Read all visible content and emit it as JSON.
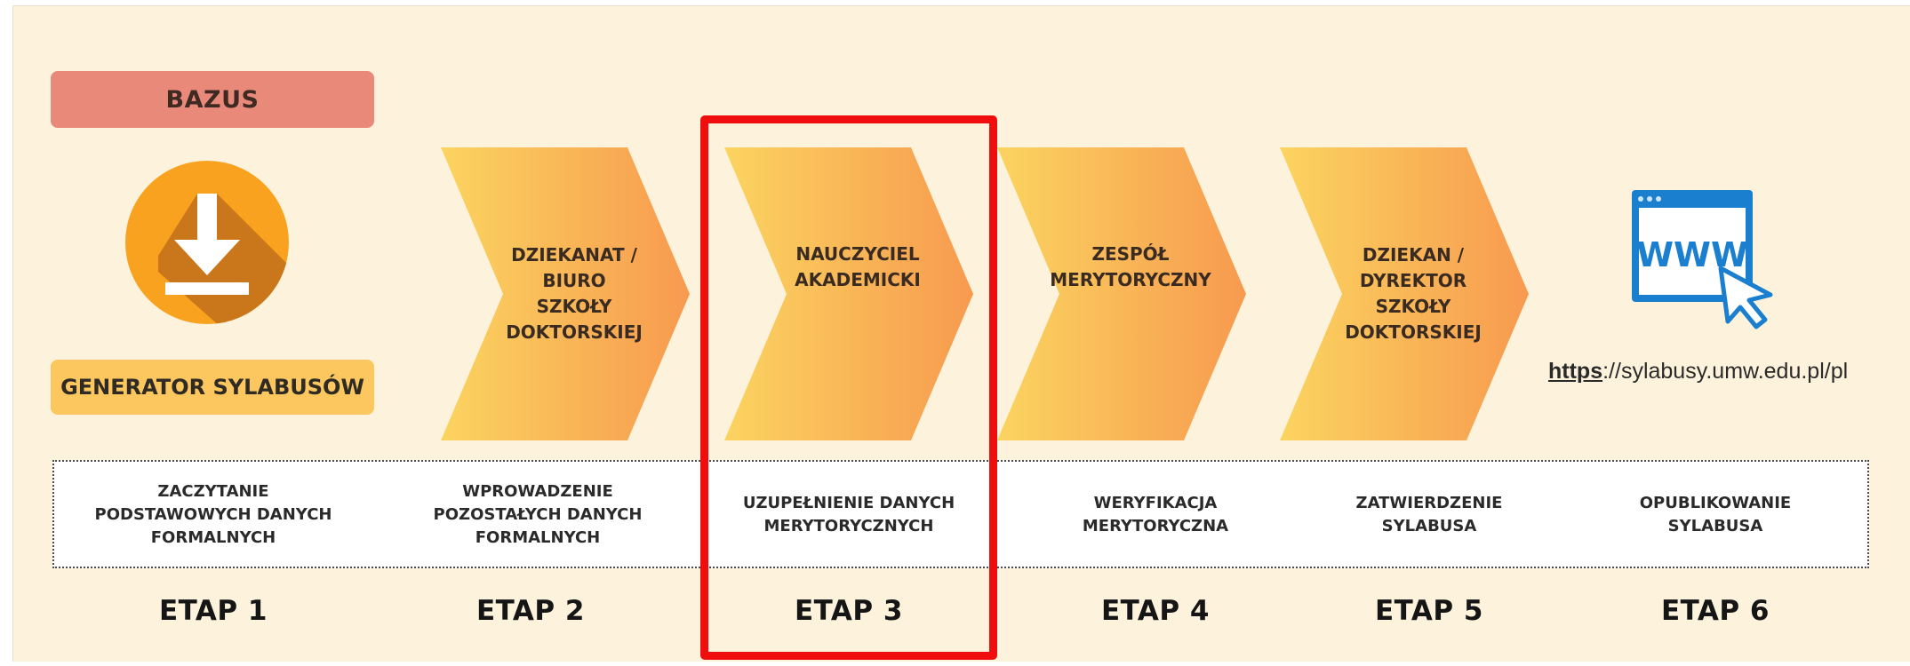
{
  "left_column": {
    "bazus_label": "BAZUS",
    "generator_label": "GENERATOR SYLABUSÓW",
    "icon": "download-icon"
  },
  "chevrons": [
    {
      "label": "DZIEKANAT /\nBIURO\nSZKOŁY\nDOKTORSKIEJ"
    },
    {
      "label": "NAUCZYCIEL\nAKADEMICKI"
    },
    {
      "label": "ZESPÓŁ\nMERYTORYCZNY"
    },
    {
      "label": "DZIEKAN /\nDYREKTOR\nSZKOŁY\nDOKTORSKIEJ"
    }
  ],
  "website": {
    "icon": "www-icon",
    "icon_text": "WWW",
    "url_scheme": "https",
    "url_rest": "://sylabusy.umw.edu.pl/pl"
  },
  "steps": [
    {
      "description": "ZACZYTANIE\nPODSTAWOWYCH DANYCH\nFORMALNYCH",
      "etap": "ETAP 1"
    },
    {
      "description": "WPROWADZENIE\nPOZOSTAŁYCH DANYCH\nFORMALNYCH",
      "etap": "ETAP 2"
    },
    {
      "description": "UZUPEŁNIENIE DANYCH\nMERYTORYCZNYCH",
      "etap": "ETAP 3"
    },
    {
      "description": "WERYFIKACJA\nMERYTORYCZNA",
      "etap": "ETAP 4"
    },
    {
      "description": "ZATWIERDZENIE\nSYLABUSA",
      "etap": "ETAP 5"
    },
    {
      "description": "OPUBLIKOWANIE\nSYLABUSA",
      "etap": "ETAP 6"
    }
  ],
  "highlighted_step": "ETAP 3",
  "colors": {
    "background": "#fdf3dc",
    "bazus": "#e9897a",
    "generator": "#fbc75e",
    "chevron_start": "#fbd460",
    "chevron_end": "#f79a4f",
    "highlight": "#f00d0d",
    "www_blue": "#1b7fd0"
  }
}
